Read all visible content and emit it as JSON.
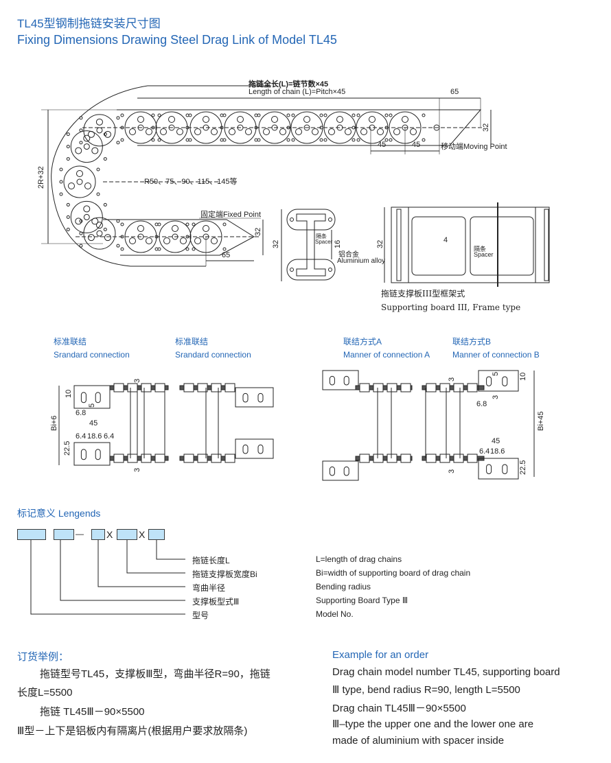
{
  "header": {
    "title_cn": "TL45型钢制拖链安装尺寸图",
    "title_en": "Fixing Dimensions Drawing Steel Drag Link of Model TL45"
  },
  "main_drawing": {
    "length_cn": "拖链全长(L)=链节数×45",
    "length_en": "Length of chain (L)=Pitch×45",
    "dim_65_top": "65",
    "dim_32_right": "32",
    "dim_45_a": "45",
    "dim_45_b": "45",
    "moving_point": "移动端Moving Point",
    "dim_2r": "2R+32",
    "radius_note": "R50、75、90、115、145等",
    "fixed_point": "固定端Fixed Point",
    "dim_32_fixed": "32",
    "dim_65_bottom": "65"
  },
  "spacer_drawing": {
    "dim_32": "32",
    "spacer_cn": "隔条",
    "spacer_en": "Spacer",
    "dim_16": "16",
    "alloy_cn": "铝合金",
    "alloy_en": "Aluminium alloy"
  },
  "frame_drawing": {
    "dim_32": "32",
    "dim_4": "4",
    "spacer_cn": "隔条",
    "spacer_en": "Spacer",
    "caption_cn": "拖链支撑板III型框架式",
    "caption_en": "Supporting board III, Frame type"
  },
  "connections": [
    {
      "cn": "标准联结",
      "en": "Srandard connection"
    },
    {
      "cn": "标准联结",
      "en": "Srandard connection"
    },
    {
      "cn": "联结方式A",
      "en": "Manner of connection A"
    },
    {
      "cn": "联结方式B",
      "en": "Manner of connection B"
    }
  ],
  "connection_dims": {
    "std": {
      "d3_top": "3",
      "d3_bottom": "3",
      "d10": "10",
      "d5": "5",
      "d6_8": "6.8",
      "bi": "Bi+6",
      "d45": "45",
      "d6_4a": "6.4",
      "d18_6": "18.6",
      "d6_4b": "6.4",
      "d22_5": "22.5"
    },
    "b": {
      "d3_top": "3",
      "d3_bottom": "3",
      "d3_mid": "3",
      "d5": "5",
      "d10": "10",
      "d6_8": "6.8",
      "bi": "Bi+45",
      "d45": "45",
      "d6_4": "6.4",
      "d18_6": "18.6",
      "d22_5": "22.5"
    }
  },
  "legend": {
    "heading": "标记意义  Lengends",
    "separator_dash": "—",
    "separator_x1": "X",
    "separator_x2": "X",
    "items": [
      {
        "cn": "拖链长度L",
        "en": "L=length of drag chains"
      },
      {
        "cn": "拖链支撑板宽度Bi",
        "en": "Bi=width of supporting board of drag chain"
      },
      {
        "cn": "弯曲半径",
        "en": "Bending radius"
      },
      {
        "cn": "支撑板型式Ⅲ",
        "en": "Supporting Board Type Ⅲ"
      },
      {
        "cn": "型号",
        "en": "Model No."
      }
    ]
  },
  "order_example": {
    "heading_cn": "订货举例：",
    "lines_cn": [
      "拖链型号TL45，支撑板Ⅲ型，弯曲半径R=90，拖链",
      "长度L=5500",
      "拖链 TL45Ⅲ－90×5500",
      "Ⅲ型－上下是铝板内有隔离片(根据用户要求放隔条)"
    ],
    "heading_en": "Example for an order",
    "lines_en": [
      "Drag chain model number TL45, supporting board",
      "Ⅲ type, bend radius R=90, length L=5500",
      "Drag chain TL45Ⅲ－90×5500",
      "Ⅲ–type the upper one and the lower one are",
      "made of aluminium with spacer inside"
    ]
  }
}
